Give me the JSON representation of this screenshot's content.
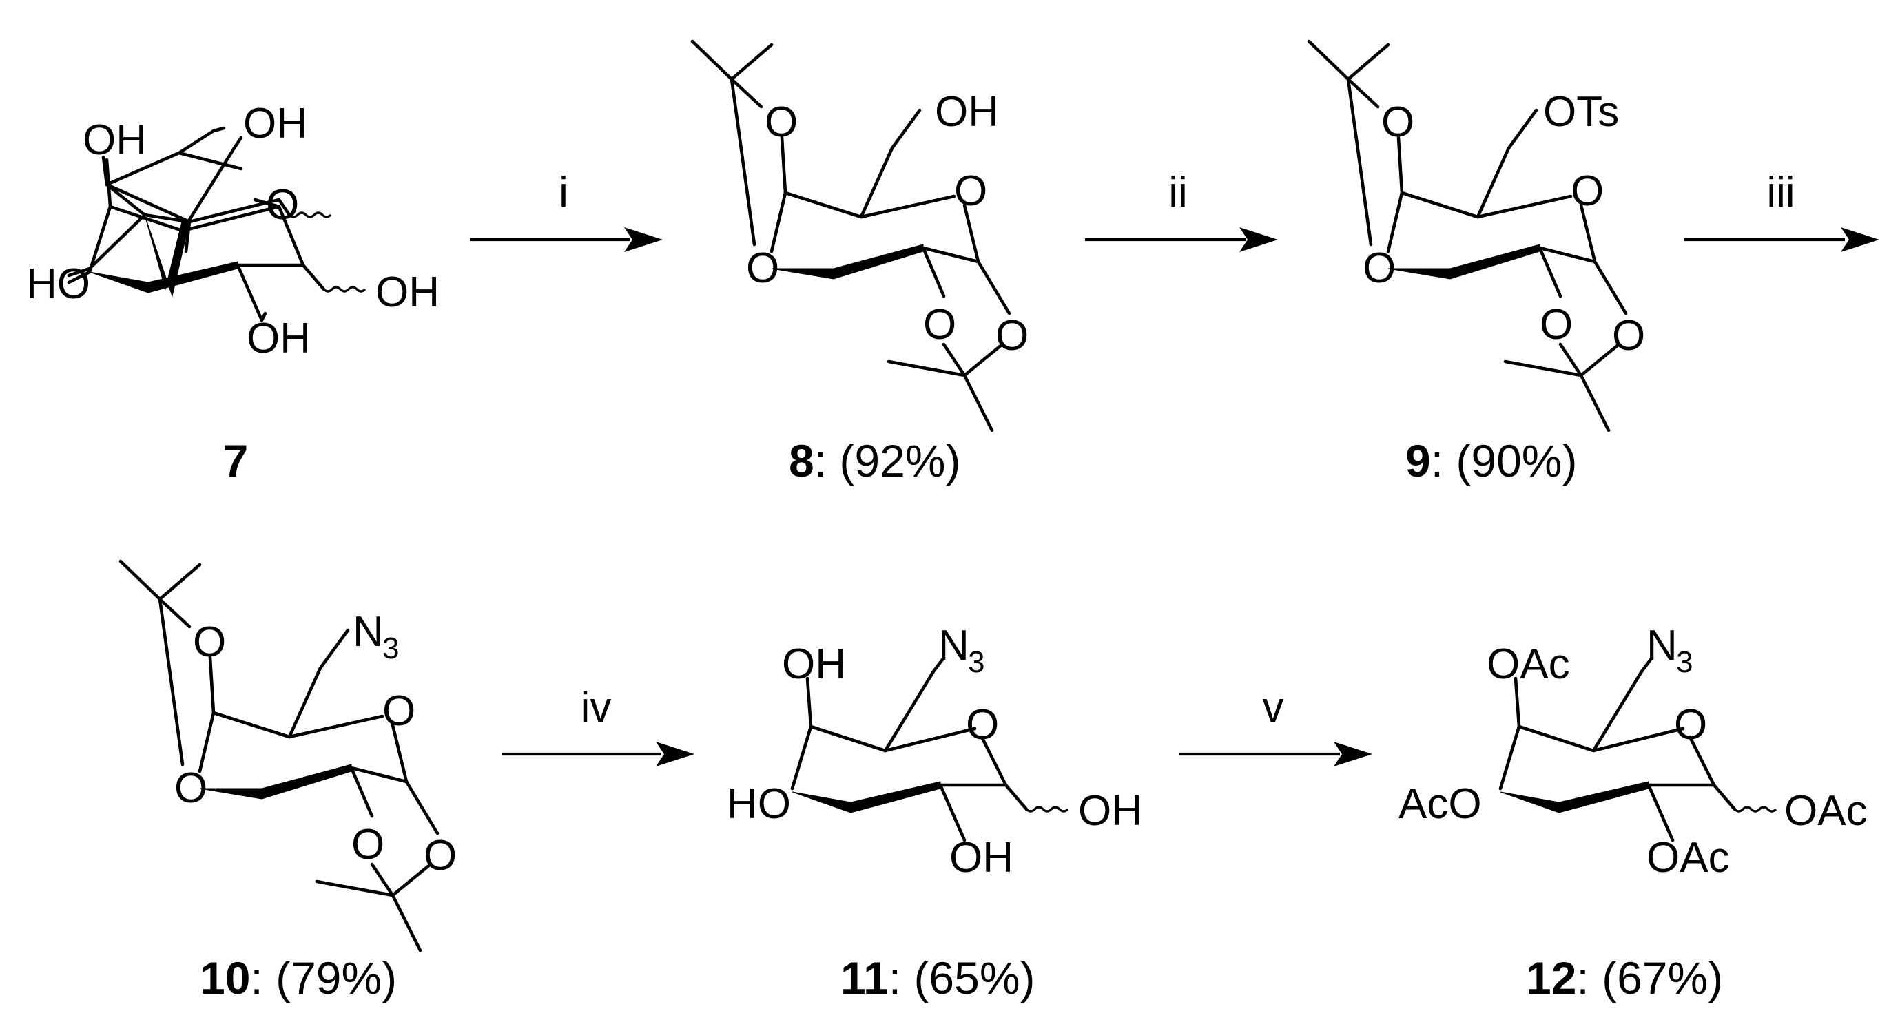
{
  "scheme": {
    "reagents": [
      "i",
      "ii",
      "iii",
      "iv",
      "v"
    ],
    "compounds": [
      {
        "number": "7",
        "yield": "",
        "labels": {
          "oh4": "OH",
          "oh6": "OH",
          "o5": "O",
          "oh3": "HO",
          "oh1": "OH",
          "oh2": "OH"
        }
      },
      {
        "number": "8",
        "yield": ": (92%)",
        "labels": {
          "oh6": "OH",
          "o5": "O",
          "oa": "O",
          "ob": "O",
          "oc": "O",
          "od": "O"
        }
      },
      {
        "number": "9",
        "yield": ": (90%)",
        "labels": {
          "ots": "OTs",
          "o5": "O",
          "oa": "O",
          "ob": "O",
          "oc": "O",
          "od": "O"
        }
      },
      {
        "number": "10",
        "yield": ": (79%)",
        "labels": {
          "n3": "N",
          "sub3": "3",
          "o5": "O",
          "oa": "O",
          "ob": "O",
          "oc": "O",
          "od": "O"
        }
      },
      {
        "number": "11",
        "yield": ": (65%)",
        "labels": {
          "oh4": "OH",
          "n3": "N",
          "sub3": "3",
          "o5": "O",
          "oh3": "HO",
          "oh1": "OH",
          "oh2": "OH"
        }
      },
      {
        "number": "12",
        "yield": ": (67%)",
        "labels": {
          "oac4": "OAc",
          "n3": "N",
          "sub3": "3",
          "o5": "O",
          "oac3": "AcO",
          "oac1": "OAc",
          "oac2": "OAc"
        }
      }
    ]
  }
}
